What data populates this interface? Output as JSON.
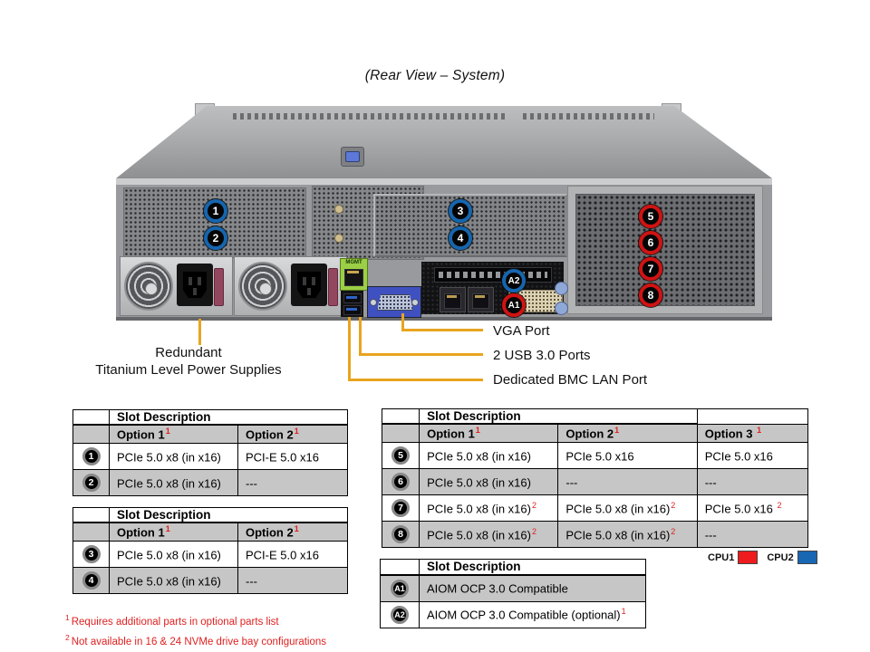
{
  "title": "(Rear View – System)",
  "colors": {
    "cpu1_red": "#ee1c1c",
    "cpu2_blue": "#1767b3",
    "callout_line_orange": "#e9a41f",
    "table_gray": "#c6c6c6",
    "footnote_red": "#e01f1f"
  },
  "diagram": {
    "labels": {
      "psu_line1": "Redundant",
      "psu_line2": "Titanium Level Power Supplies",
      "vga": "VGA Port",
      "usb": "2 USB 3.0 Ports",
      "bmc": "Dedicated BMC LAN Port",
      "mgmt": "MGMT"
    },
    "callouts": {
      "c1": {
        "label": "1",
        "cpu": "CPU2"
      },
      "c2": {
        "label": "2",
        "cpu": "CPU2"
      },
      "c3": {
        "label": "3",
        "cpu": "CPU2"
      },
      "c4": {
        "label": "4",
        "cpu": "CPU2"
      },
      "c5": {
        "label": "5",
        "cpu": "CPU1"
      },
      "c6": {
        "label": "6",
        "cpu": "CPU1"
      },
      "c7": {
        "label": "7",
        "cpu": "CPU1"
      },
      "c8": {
        "label": "8",
        "cpu": "CPU1"
      },
      "a1": {
        "label": "A1",
        "cpu": "CPU1"
      },
      "a2": {
        "label": "A2",
        "cpu": "CPU2"
      }
    }
  },
  "tables": {
    "left_top": {
      "title": "Slot Description",
      "columns": [
        {
          "text": "Option 1",
          "sup": "1"
        },
        {
          "text": "Option 2",
          "sup": "1"
        }
      ],
      "rows": [
        {
          "slot": "1",
          "cpu": "CPU2",
          "cells": [
            {
              "text": "PCIe 5.0 x8 (in x16)"
            },
            {
              "text": "PCI-E 5.0 x16"
            }
          ]
        },
        {
          "slot": "2",
          "cpu": "CPU2",
          "cells": [
            {
              "text": "PCIe 5.0 x8 (in x16)"
            },
            {
              "text": "---"
            }
          ]
        }
      ]
    },
    "left_bottom": {
      "title": "Slot Description",
      "columns": [
        {
          "text": "Option 1",
          "sup": "1"
        },
        {
          "text": "Option 2",
          "sup": "1"
        }
      ],
      "rows": [
        {
          "slot": "3",
          "cpu": "CPU2",
          "cells": [
            {
              "text": "PCIe 5.0 x8 (in x16)"
            },
            {
              "text": "PCI-E 5.0 x16"
            }
          ]
        },
        {
          "slot": "4",
          "cpu": "CPU2",
          "cells": [
            {
              "text": "PCIe 5.0 x8 (in x16)"
            },
            {
              "text": "---"
            }
          ]
        }
      ]
    },
    "right": {
      "title": "Slot Description",
      "columns": [
        {
          "text": "Option 1",
          "sup": "1"
        },
        {
          "text": "Option 2",
          "sup": "1"
        },
        {
          "text": "Option 3 ",
          "sup": "1"
        }
      ],
      "rows": [
        {
          "slot": "5",
          "cpu": "CPU1",
          "cells": [
            {
              "text": "PCIe 5.0 x8 (in x16)"
            },
            {
              "text": "PCIe 5.0 x16"
            },
            {
              "text": "PCIe 5.0 x16"
            }
          ]
        },
        {
          "slot": "6",
          "cpu": "CPU1",
          "cells": [
            {
              "text": "PCIe 5.0 x8 (in x16)"
            },
            {
              "text": "---"
            },
            {
              "text": "---"
            }
          ]
        },
        {
          "slot": "7",
          "cpu": "CPU1",
          "cells": [
            {
              "text": "PCIe 5.0 x8 (in x16)",
              "sup": "2"
            },
            {
              "text": "PCIe 5.0 x8 (in x16)",
              "sup": "2"
            },
            {
              "text": "PCIe 5.0 x16 ",
              "sup": "2"
            }
          ]
        },
        {
          "slot": "8",
          "cpu": "CPU1",
          "cells": [
            {
              "text": "PCIe 5.0 x8 (in x16)",
              "sup": "2"
            },
            {
              "text": "PCIe 5.0 x8 (in x16)",
              "sup": "2"
            },
            {
              "text": "---"
            }
          ]
        }
      ]
    },
    "aiom": {
      "title": "Slot Description",
      "rows": [
        {
          "slot": "A1",
          "cpu": "CPU1",
          "cells": [
            {
              "text": "AIOM OCP 3.0 Compatible"
            }
          ]
        },
        {
          "slot": "A2",
          "cpu": "CPU2",
          "cells": [
            {
              "text": "AIOM OCP 3.0 Compatible  (optional)",
              "sup": "1"
            }
          ]
        }
      ]
    }
  },
  "legend": {
    "cpu1": "CPU1",
    "cpu2": "CPU2"
  },
  "footnotes": [
    {
      "sup": "1",
      "text": "Requires additional parts in optional parts list"
    },
    {
      "sup": "2",
      "text": "Not available in 16 & 24 NVMe drive bay configurations"
    }
  ]
}
